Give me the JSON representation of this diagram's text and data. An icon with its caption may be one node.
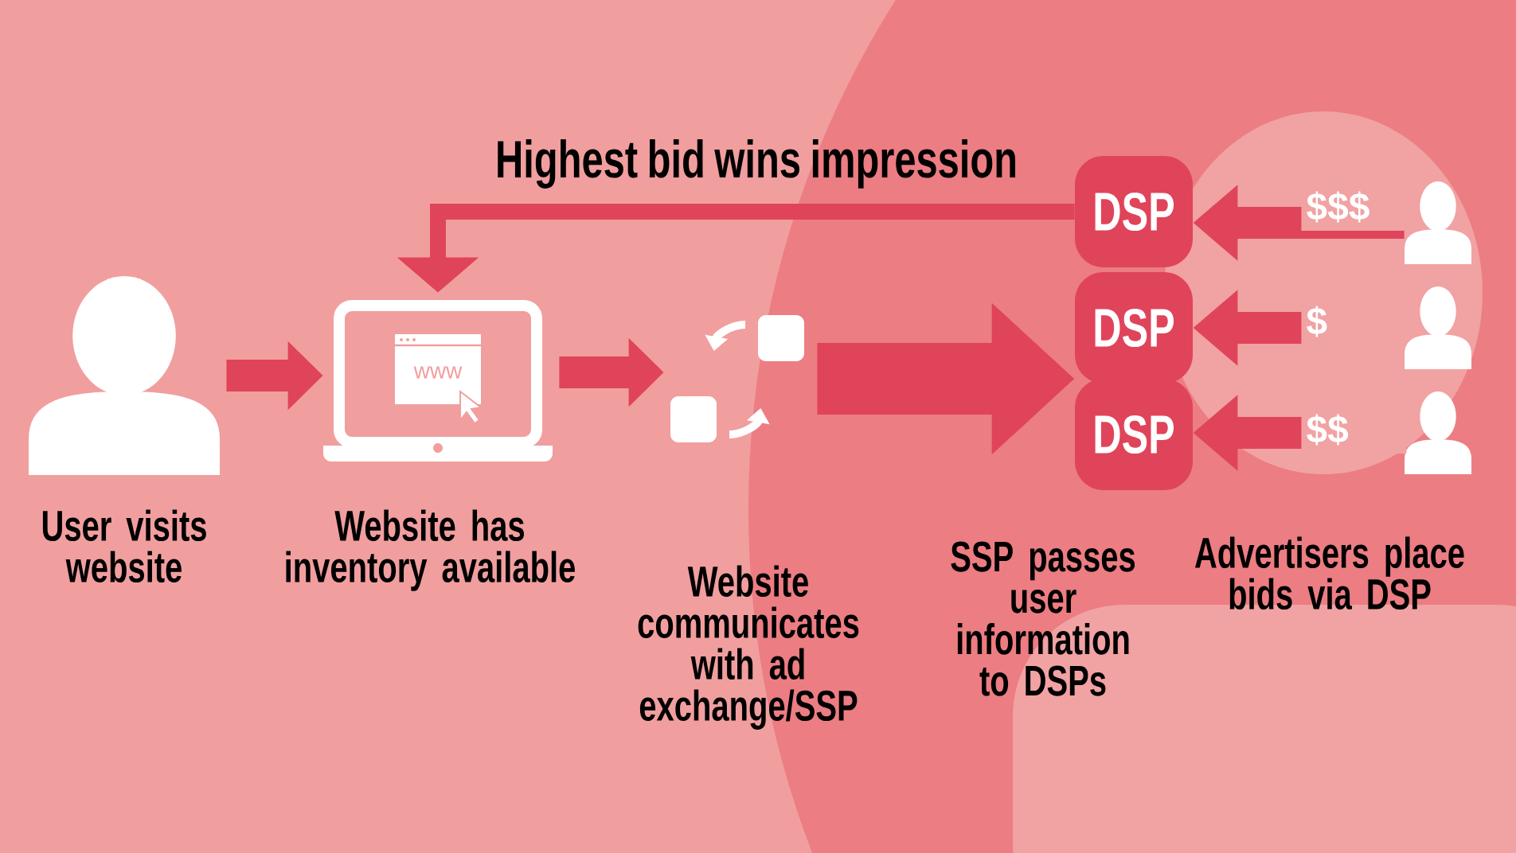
{
  "diagram": {
    "nodes": [
      {
        "text": [],
        "shape": "person",
        "beside": [
          "User visits website"
        ]
      },
      {
        "text": [
          "www"
        ],
        "beside": [
          "Website has inventory available"
        ]
      },
      {
        "text": [],
        "shape": "picture",
        "beside": [
          "Website communicates with ad exchange/SSP"
        ]
      },
      {
        "text": [
          "DSP"
        ]
      },
      {
        "text": [
          "DSP"
        ]
      },
      {
        "text": [
          "DSP"
        ]
      },
      {
        "text": [],
        "shape": "person"
      },
      {
        "text": [],
        "shape": "person"
      },
      {
        "text": [],
        "shape": "person"
      }
    ],
    "edges": [
      {
        "from": 0,
        "to": 1,
        "arrow": "to"
      },
      {
        "from": 1,
        "to": 2,
        "arrow": "to"
      },
      {
        "from": 2,
        "to": 4,
        "arrow": "to",
        "style": "thick"
      },
      {
        "from": 3,
        "to": 1,
        "arrow": "to",
        "label": "Highest bid wins impression"
      },
      {
        "from": 6,
        "to": 3,
        "arrow": "to",
        "label": "$$$"
      },
      {
        "from": 7,
        "to": 4,
        "arrow": "to",
        "label": "$"
      },
      {
        "from": 8,
        "to": 5,
        "arrow": "to",
        "label": "$$"
      }
    ],
    "labels": [
      "SSP passes user information to DSPs",
      "Advertisers place bids via DSP"
    ]
  }
}
